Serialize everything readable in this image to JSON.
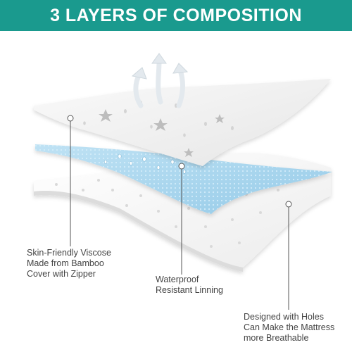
{
  "header": {
    "title": "3 LAYERS OF COMPOSITION",
    "bg_color": "#1a9a8e"
  },
  "layers": [
    {
      "lines": [
        "Skin-Friendly Viscose",
        "Made from Bamboo",
        "Cover with Zipper"
      ]
    },
    {
      "lines": [
        "Waterproof",
        "Resistant Linning"
      ]
    },
    {
      "lines": [
        "Designed with Holes",
        "Can Make the Mattress",
        "more Breathable"
      ]
    }
  ],
  "colors": {
    "top_layer": "#f2f2f2",
    "middle_layer": "#a9d6ee",
    "bottom_layer": "#f7f7f7",
    "arrows": "#e8eef2",
    "leader_lines": "#555555"
  },
  "icons": [
    "steam-arrow-icon",
    "star-print-icon",
    "water-drop-icon"
  ]
}
